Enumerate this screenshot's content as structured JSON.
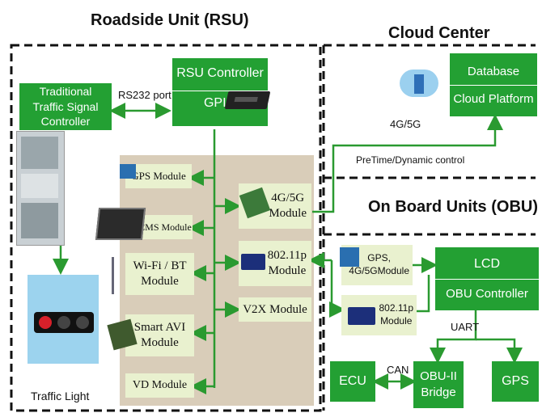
{
  "regions": {
    "rsu_title": "Roadside Unit (RSU)",
    "cloud_title": "Cloud Center",
    "obu_title": "On Board Units (OBU)"
  },
  "rsu": {
    "traffic_controller": "Traditional Traffic Signal Controller",
    "rsu_controller": "RSU Controller",
    "gpio": "GPIO",
    "rs232": "RS232 port",
    "traffic_light": "Traffic Light",
    "modules": {
      "gps": "GPS Module",
      "cms": "CMS Module",
      "wifi": "Wi-Fi / BT\nModule",
      "smart_avi": "Smart AVI\nModule",
      "vd": "VD Module",
      "net": "4G/5G\nModule",
      "wifi80211p": "802.11p\nModule",
      "v2x": "V2X Module"
    }
  },
  "cloud": {
    "database": "Database",
    "platform": "Cloud Platform",
    "link": "4G/5G",
    "control": "PreTime/Dynamic control"
  },
  "obu": {
    "lcd": "LCD",
    "controller": "OBU Controller",
    "gps_module": "GPS,\n4G/5GModule",
    "wifi_module": "802.11p\nModule",
    "uart": "UART",
    "ecu": "ECU",
    "can": "CAN",
    "bridge": "OBU-II\nBridge",
    "gps": "GPS"
  },
  "colors": {
    "green": "#23a033",
    "panel": "#d9cdb9",
    "module": "#e9f1cf",
    "arrow": "#2a9a30"
  }
}
